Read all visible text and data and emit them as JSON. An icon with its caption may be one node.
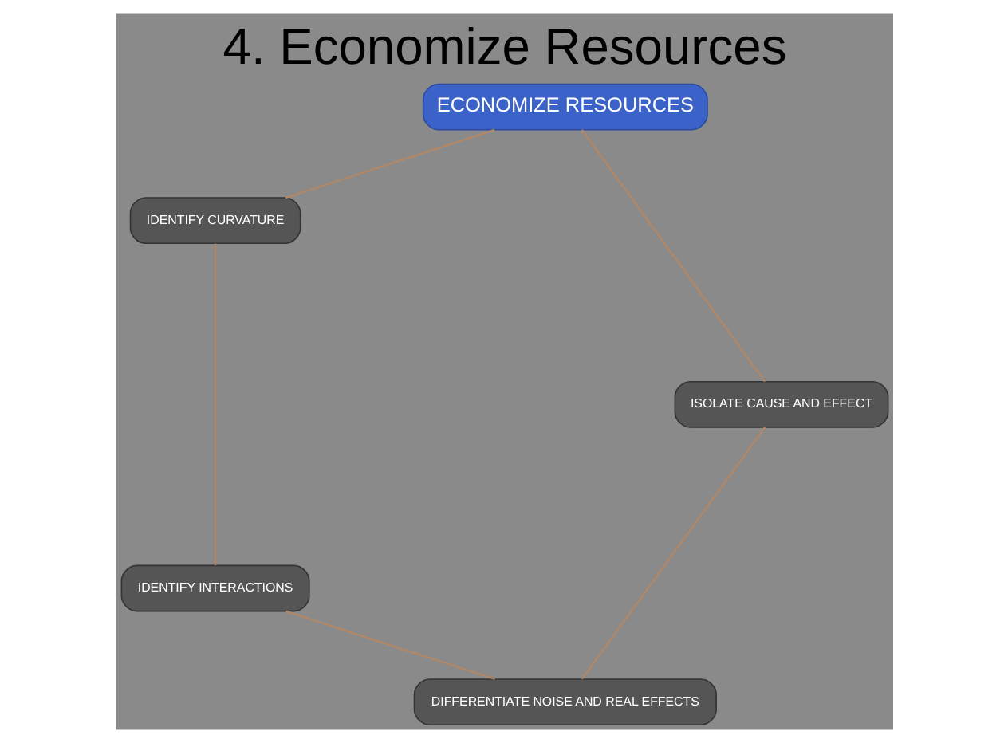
{
  "diagram": {
    "title": "4. Economize Resources",
    "nodes": [
      {
        "text": [
          "DIFFERENTIATE NOISE AND REAL EFFECTS"
        ]
      },
      {
        "text": [
          "ISOLATE CAUSE AND EFFECT"
        ]
      },
      {
        "text": [
          "IDENTIFY INTERACTIONS"
        ]
      },
      {
        "text": [
          "IDENTIFY CURVATURE"
        ]
      },
      {
        "text": [
          "ECONOMIZE RESOURCES"
        ]
      }
    ],
    "edges": [
      {
        "from": 0,
        "to": 2,
        "arrow": "none"
      },
      {
        "from": 2,
        "to": 3,
        "arrow": "none"
      },
      {
        "from": 3,
        "to": 4,
        "arrow": "none"
      },
      {
        "from": 4,
        "to": 1,
        "arrow": "none"
      },
      {
        "from": 1,
        "to": 0,
        "arrow": "none"
      }
    ]
  }
}
